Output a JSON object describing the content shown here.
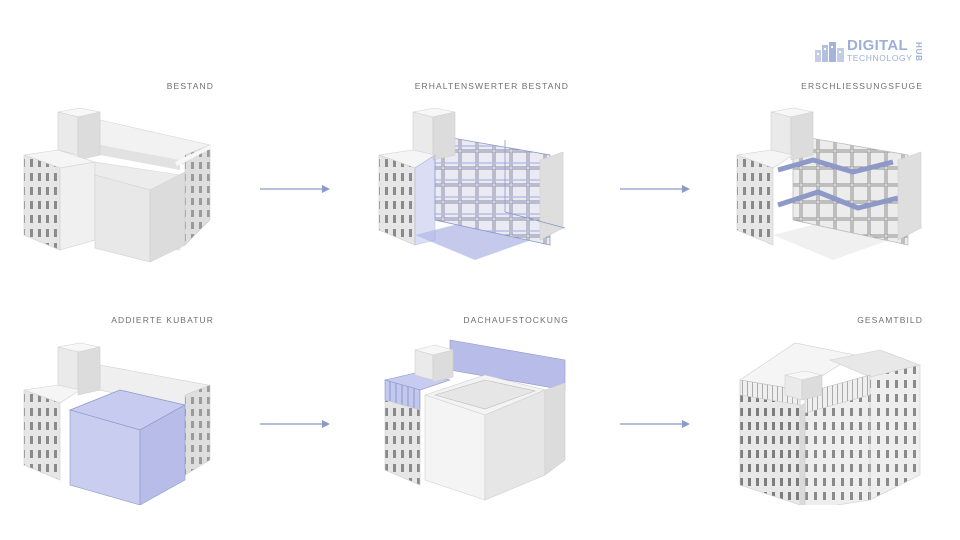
{
  "logo": {
    "line1": "DIGITAL",
    "line2": "TECHNOLOGY",
    "vertical": "HUB",
    "color": "#9fb0d6"
  },
  "stages": [
    {
      "label": "BESTAND"
    },
    {
      "label": "ERHALTENSWERTER BESTAND"
    },
    {
      "label": "ERSCHLIESSUNGSFUGE"
    },
    {
      "label": "ADDIERTE KUBATUR"
    },
    {
      "label": "DACHAUFSTOCKUNG"
    },
    {
      "label": "GESAMTBILD"
    }
  ],
  "colors": {
    "accent": "#b7bde8",
    "arrow": "#8d99c7",
    "building": "#efefef",
    "text": "#6f6f6f"
  }
}
